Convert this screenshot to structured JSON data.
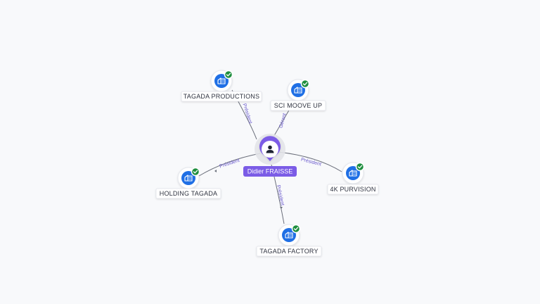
{
  "person": {
    "name": "Didier FRAISSE",
    "icon": "person-icon",
    "color": "#7b5ce6"
  },
  "companies": [
    {
      "id": "tagada-productions",
      "name": "TAGADA PRODUCTIONS",
      "role": "Président",
      "icon": "building-icon",
      "verified": true
    },
    {
      "id": "sci-moove-up",
      "name": "SCI MOOVE UP",
      "role": "Gérant",
      "icon": "building-icon",
      "verified": true
    },
    {
      "id": "4k-purvision",
      "name": "4K PURVISION",
      "role": "Président",
      "icon": "building-icon",
      "verified": true
    },
    {
      "id": "tagada-factory",
      "name": "TAGADA FACTORY",
      "role": "Président",
      "icon": "building-icon",
      "verified": true
    },
    {
      "id": "holding-tagada",
      "name": "HOLDING TAGADA",
      "role": "Président",
      "icon": "building-icon",
      "verified": true
    }
  ],
  "colors": {
    "company": "#1f6fe5",
    "verified_badge": "#1e8e3e",
    "edge_label": "#6a5acd",
    "background": "#f8f9fb"
  }
}
